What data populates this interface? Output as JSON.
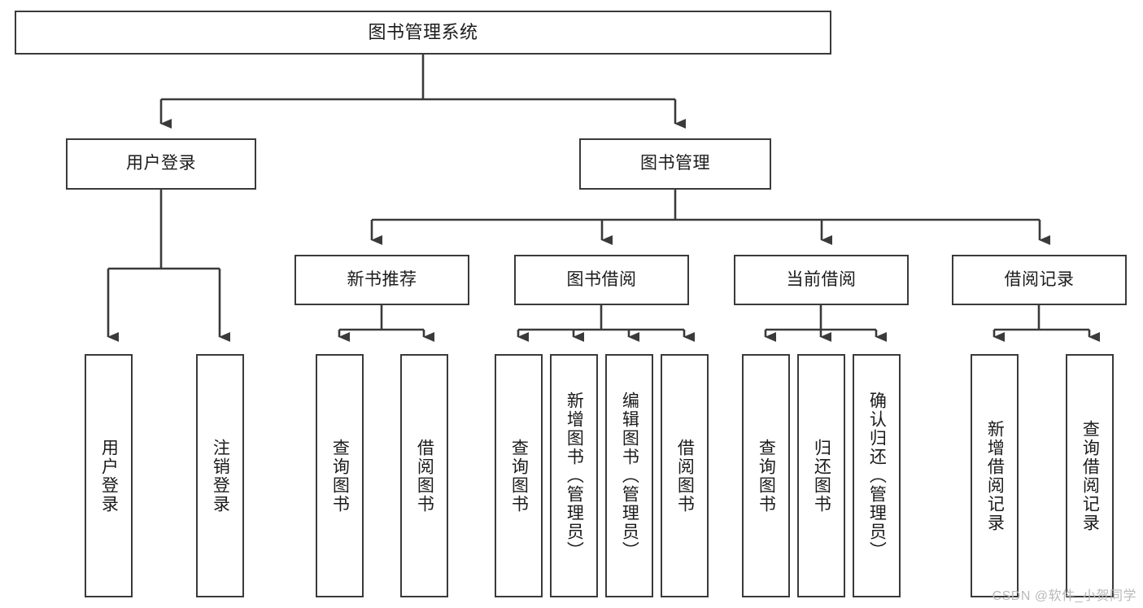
{
  "diagram": {
    "title": "图书管理系统",
    "watermark": "CSDN @软件_小贺同学",
    "colors": {
      "background": "#ffffff",
      "border": "#3a3a3a",
      "text": "#1b1b1b",
      "connector": "#3a3a3a",
      "watermark": "#b9b9b9"
    },
    "levels": {
      "level1": [
        "图书管理系统"
      ],
      "level2": [
        "用户登录",
        "图书管理"
      ],
      "level3": [
        "新书推荐",
        "图书借阅",
        "当前借阅",
        "借阅记录"
      ],
      "level4": [
        "用户登录",
        "注销登录",
        "查询图书",
        "借阅图书",
        "查询图书",
        "新增图书（管理员）",
        "编辑图书（管理员）",
        "借阅图书",
        "查询图书",
        "归还图书",
        "确认归还（管理员）",
        "新增借阅记录",
        "查询借阅记录"
      ]
    }
  },
  "nodes": {
    "root": {
      "label": "图书管理系统"
    },
    "user_login": {
      "label": "用户登录"
    },
    "book_manage": {
      "label": "图书管理"
    },
    "new_book_rec": {
      "label": "新书推荐"
    },
    "book_borrow": {
      "label": "图书借阅"
    },
    "current_borrow": {
      "label": "当前借阅"
    },
    "borrow_record": {
      "label": "借阅记录"
    },
    "leaf_user_login": {
      "label": "用户登录"
    },
    "leaf_logout": {
      "label": "注销登录"
    },
    "leaf_query_book_1": {
      "label": "查询图书"
    },
    "leaf_borrow_book_1": {
      "label": "借阅图书"
    },
    "leaf_query_book_2": {
      "label": "查询图书"
    },
    "leaf_add_book": {
      "label": "新增图书（管理员）"
    },
    "leaf_edit_book": {
      "label": "编辑图书（管理员）"
    },
    "leaf_borrow_book_2": {
      "label": "借阅图书"
    },
    "leaf_query_book_3": {
      "label": "查询图书"
    },
    "leaf_return_book": {
      "label": "归还图书"
    },
    "leaf_confirm_return": {
      "label": "确认归还（管理员）"
    },
    "leaf_add_record": {
      "label": "新增借阅记录"
    },
    "leaf_query_record": {
      "label": "查询借阅记录"
    }
  }
}
